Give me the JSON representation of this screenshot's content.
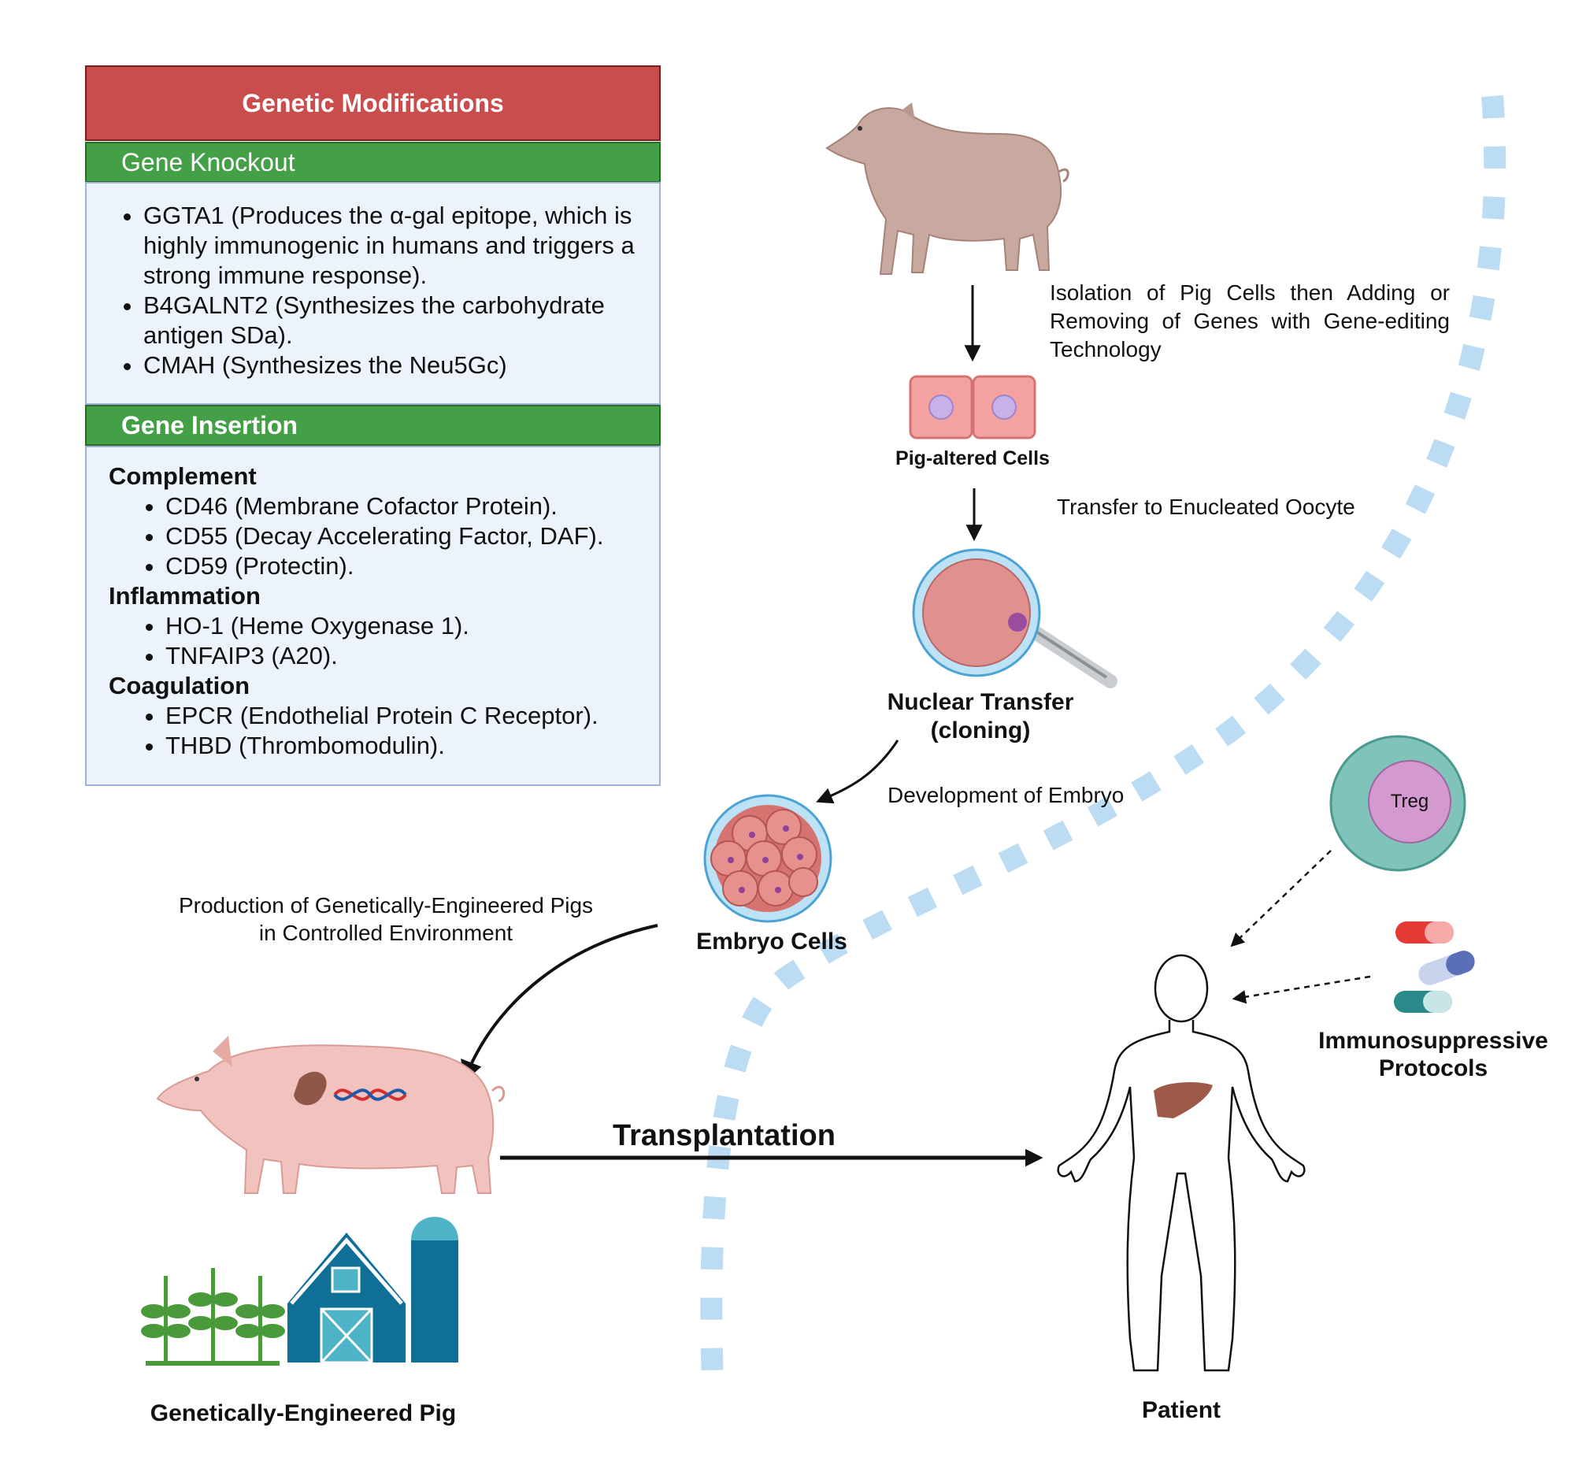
{
  "panel": {
    "title": "Genetic Modifications",
    "knockout_title": "Gene Knockout",
    "knockout_items": [
      "GGTA1 (Produces the α-gal epitope, which is highly immunogenic in humans and triggers a strong immune response).",
      "B4GALNT2 (Synthesizes the carbohydrate antigen SDa).",
      "CMAH (Synthesizes the Neu5Gc)"
    ],
    "insertion_title": "Gene Insertion",
    "complement": {
      "heading": "Complement",
      "items": [
        "CD46 (Membrane Cofactor Protein).",
        "CD55 (Decay Accelerating Factor, DAF).",
        "CD59 (Protectin)."
      ]
    },
    "inflammation": {
      "heading": "Inflammation",
      "items": [
        "HO-1 (Heme Oxygenase 1).",
        "TNFAIP3 (A20)."
      ]
    },
    "coagulation": {
      "heading": "Coagulation",
      "items": [
        "EPCR (Endothelial Protein C Receptor).",
        "THBD (Thrombomodulin)."
      ]
    }
  },
  "flow": {
    "isolation": "Isolation of Pig Cells then Adding or Removing of Genes with Gene-editing Technology",
    "pig_altered_cells": "Pig-altered Cells",
    "transfer": "Transfer to Enucleated Oocyte",
    "nuclear_transfer_1": "Nuclear Transfer",
    "nuclear_transfer_2": "(cloning)",
    "development": "Development of Embryo",
    "embryo_cells": "Embryo Cells",
    "production_1": "Production of Genetically-Engineered Pigs",
    "production_2": "in Controlled Environment",
    "ge_pig": "Genetically-Engineered Pig",
    "transplantation": "Transplantation",
    "patient": "Patient",
    "treg": "Treg",
    "immuno_1": "Immunosuppressive",
    "immuno_2": "Protocols"
  },
  "colors": {
    "header_red": "#c94d4d",
    "bar_green": "#43a047",
    "box_fill": "#edf3fb",
    "dash_blue": "#bcdcf3"
  }
}
